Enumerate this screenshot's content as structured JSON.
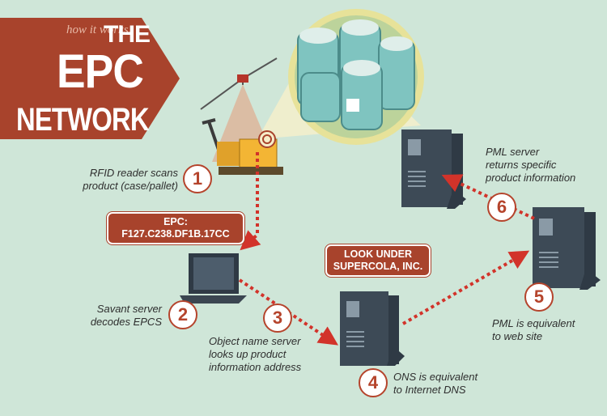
{
  "banner": {
    "kicker": "how it works",
    "title_line1": "THE",
    "title_line2": "EPC",
    "title_line3": "NETWORK"
  },
  "steps": [
    {
      "number": "1",
      "caption": [
        "RFID reader scans",
        "product (case/pallet)"
      ]
    },
    {
      "number": "2",
      "caption": [
        "Savant server",
        "decodes EPCS"
      ]
    },
    {
      "number": "3",
      "caption": [
        "Object name server",
        "looks up product",
        "information address"
      ]
    },
    {
      "number": "4",
      "caption": [
        "ONS is equivalent",
        "to Internet DNS"
      ]
    },
    {
      "number": "5",
      "caption": [
        "PML is equivalent",
        "to web site"
      ]
    },
    {
      "number": "6",
      "caption": [
        "PML server",
        "returns specific",
        "product information"
      ]
    }
  ],
  "callouts": {
    "epc": [
      "EPC:",
      "F127.C238.DF1B.17CC"
    ],
    "lookup": [
      "LOOK UNDER",
      "SUPERCOLA, INC."
    ]
  },
  "colors": {
    "background": "#cfe6d8",
    "banner": "#a8432c",
    "accent_red": "#d2332a",
    "server": "#2f3a45",
    "can": "#7fc4c0"
  },
  "icons": [
    "rfid-scanner-icon",
    "pallet-jack-icon",
    "laptop-icon",
    "server-icon",
    "soda-can-icon"
  ]
}
